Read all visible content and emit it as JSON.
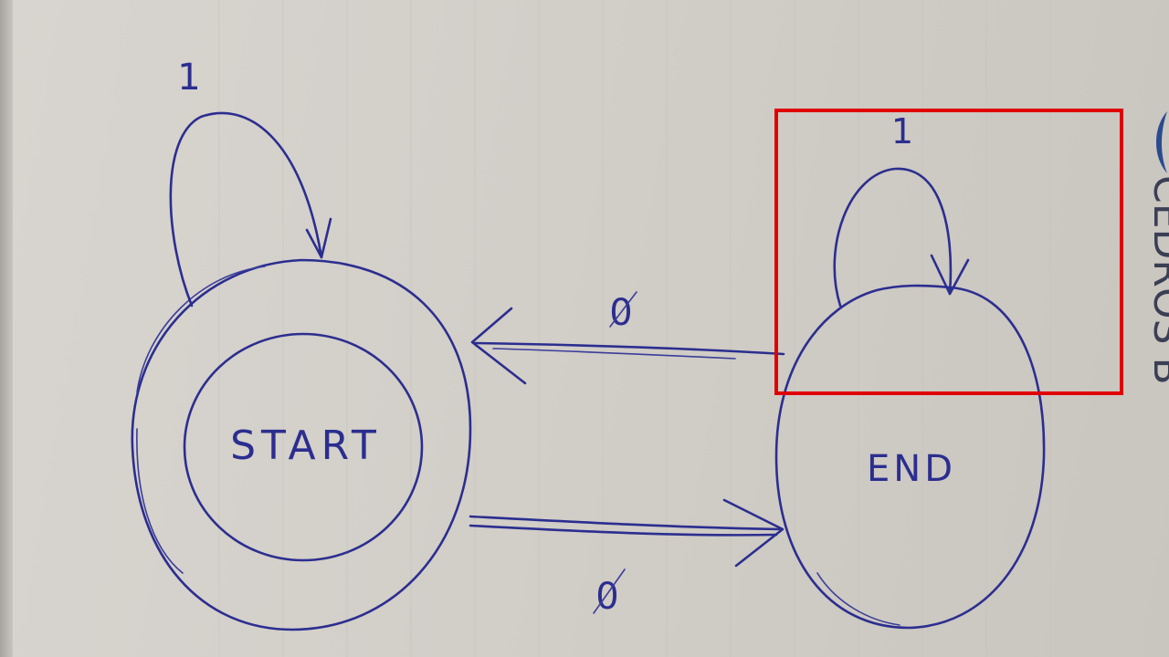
{
  "diagram": {
    "states": [
      {
        "id": "start",
        "label": "START"
      },
      {
        "id": "end",
        "label": "END"
      }
    ],
    "transitions": [
      {
        "from": "start",
        "to": "start",
        "label": "1"
      },
      {
        "from": "end",
        "to": "end",
        "label": "1"
      },
      {
        "from": "end",
        "to": "start",
        "label": "0"
      },
      {
        "from": "start",
        "to": "end",
        "label": "0"
      }
    ]
  },
  "highlight": {
    "color": "#e00000",
    "target": "end-self-loop"
  },
  "background": {
    "brand_text": "CEDROS B"
  },
  "colors": {
    "ink": "#2b2e8f",
    "paper": "#d6d2cd"
  }
}
